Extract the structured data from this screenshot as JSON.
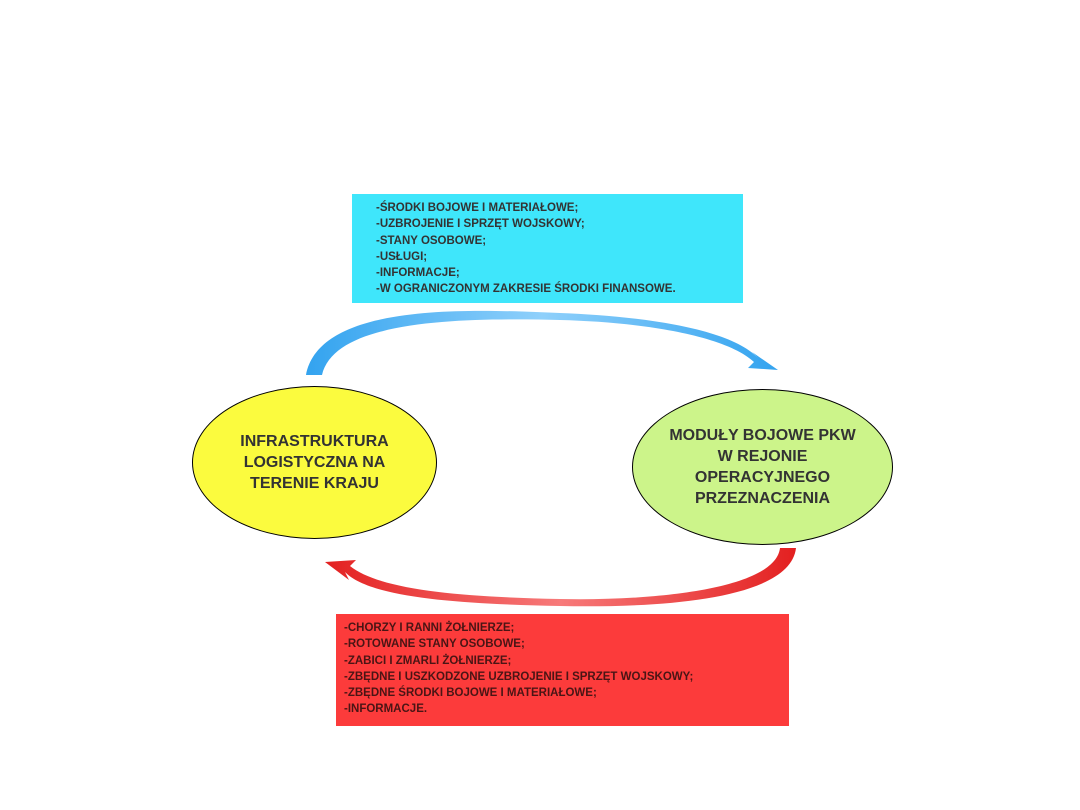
{
  "colors": {
    "top_box": "#3fe6fb",
    "bottom_box": "#fc3b3b",
    "left_ellipse": "#fbfb3e",
    "right_ellipse": "#ccf48a",
    "top_arrow": "#3aa8f0",
    "bottom_arrow": "#e82a2a"
  },
  "top_box": {
    "lines": [
      "-ŚRODKI BOJOWE I MATERIAŁOWE;",
      "-UZBROJENIE  I SPRZĘT  WOJSKOWY;",
      "-STANY OSOBOWE;",
      "-USŁUGI;",
      "-INFORMACJE;",
      "-W OGRANICZONYM ZAKRESIE ŚRODKI FINANSOWE."
    ]
  },
  "bottom_box": {
    "lines": [
      "-CHORZY I RANNI ŻOŁNIERZE;",
      "-ROTOWANE STANY OSOBOWE;",
      "-ZABICI I  ZMARLI ŻOŁNIERZE;",
      "-ZBĘDNE I USZKODZONE UZBROJENIE I SPRZĘT WOJSKOWY;",
      "-ZBĘDNE ŚRODKI BOJOWE I MATERIAŁOWE;",
      "-INFORMACJE."
    ]
  },
  "left_node": {
    "lines": [
      "INFRASTRUKTURA",
      "LOGISTYCZNA NA",
      "TERENIE KRAJU"
    ]
  },
  "right_node": {
    "lines": [
      "MODUŁY BOJOWE PKW",
      "W REJONIE",
      "OPERACYJNEGO",
      "PRZEZNACZENIA"
    ]
  }
}
